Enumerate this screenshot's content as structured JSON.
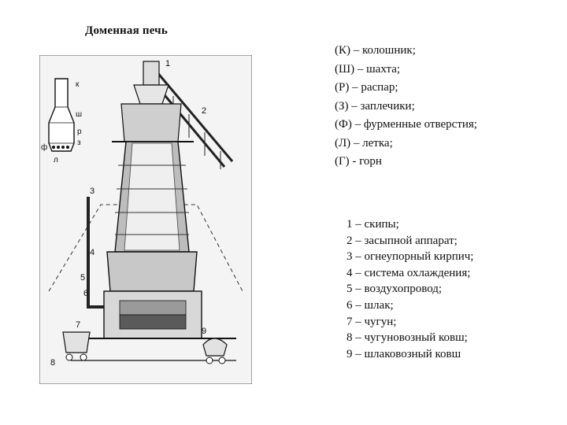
{
  "title": "Доменная печь",
  "parts_legend": [
    "(К) – колошник;",
    "(Ш) – шахта;",
    "(Р) – распар;",
    "(З) – заплечики;",
    "(Ф) – фурменные отверстия;",
    "(Л) – летка;",
    "(Г) - горн"
  ],
  "numbers_legend": [
    "1 – скипы;",
    "2 – засыпной аппарат;",
    "3 – огнеупорный кирпич;",
    "4 – система охлаждения;",
    "5 – воздухопровод;",
    "6 – шлак;",
    "7 – чугун;",
    "8 – чугуновозный ковш;",
    "9 – шлаковозный ковш"
  ],
  "profile_labels": {
    "k": "к",
    "sh": "ш",
    "r": "р",
    "z": "з",
    "f": "ф",
    "l": "л"
  },
  "callouts": {
    "n1": "1",
    "n2": "2",
    "n3": "3",
    "n4": "4",
    "n5": "5",
    "n6": "6",
    "n7": "7",
    "n8": "8",
    "n9": "9"
  }
}
